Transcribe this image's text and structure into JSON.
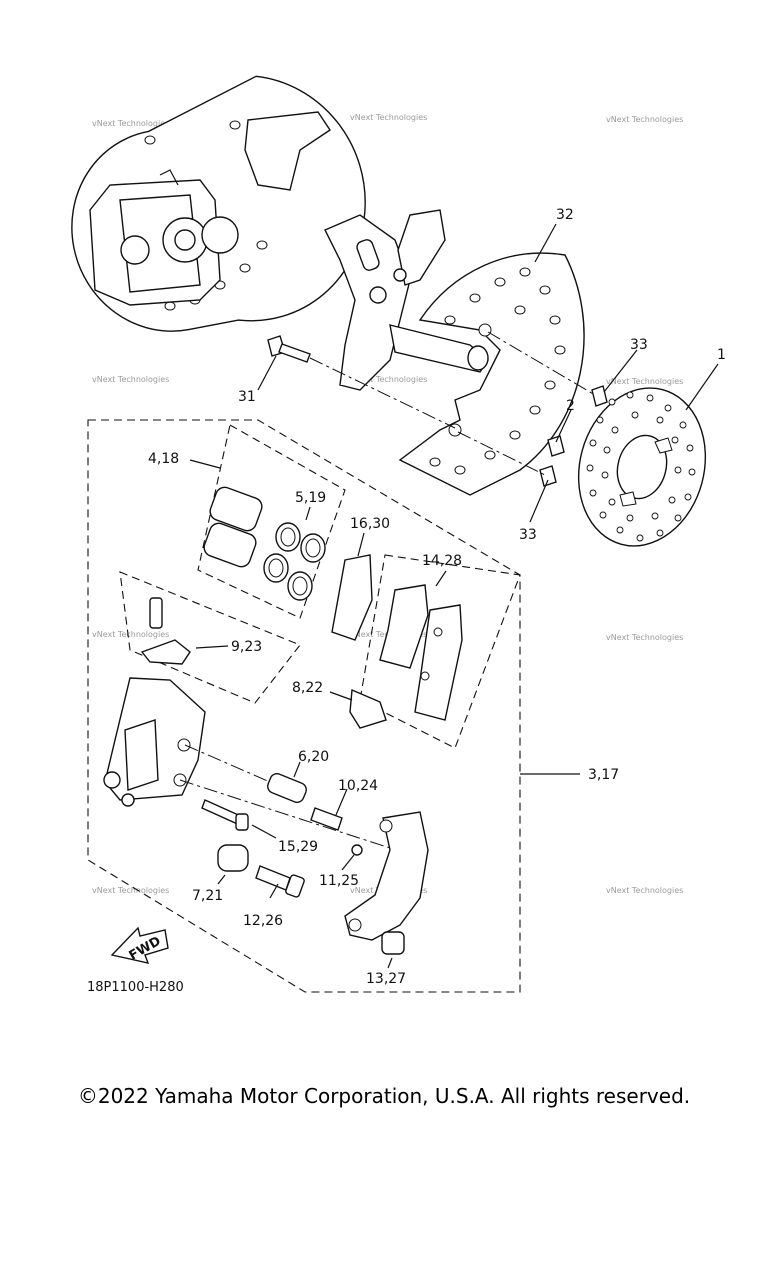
{
  "diagram": {
    "callouts": {
      "c1": "1",
      "c2": "2",
      "c31": "31",
      "c32": "32",
      "c33a": "33",
      "c33b": "33",
      "c418": "4,18",
      "c519": "5,19",
      "c1630": "16,30",
      "c1428": "14,28",
      "c923": "9,23",
      "c822": "8,22",
      "c620": "6,20",
      "c1024": "10,24",
      "c317": "3,17",
      "c1529": "15,29",
      "c1125": "11,25",
      "c721": "7,21",
      "c1226": "12,26",
      "c1327": "13,27"
    },
    "fwd_label": "FWD",
    "diagram_code": "18P1100-H280",
    "watermark": "vNext Technologies"
  },
  "copyright": "©2022 Yamaha Motor Corporation, U.S.A. All rights reserved."
}
